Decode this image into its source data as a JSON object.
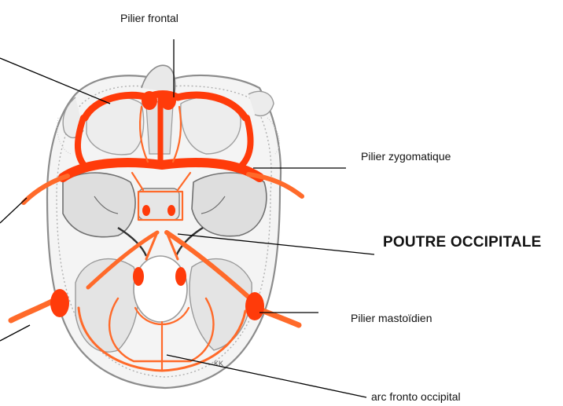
{
  "labels": {
    "pilier_frontal": "Pilier frontal",
    "pilier_zygomatique": "Pilier zygomatique",
    "poutre_occipitale": "POUTRE OCCIPITALE",
    "pilier_mastoidien": "Pilier mastoïdien",
    "arc_fronto_occipital": "arc fronto occipital",
    "signature": "KK"
  },
  "colors": {
    "pillar_red": "#ff3b0a",
    "pillar_orange": "#ff6a2a",
    "bone_outline": "#8c8c8c",
    "fossa_shade": "#d9d9d9",
    "leader_line": "#000000"
  }
}
